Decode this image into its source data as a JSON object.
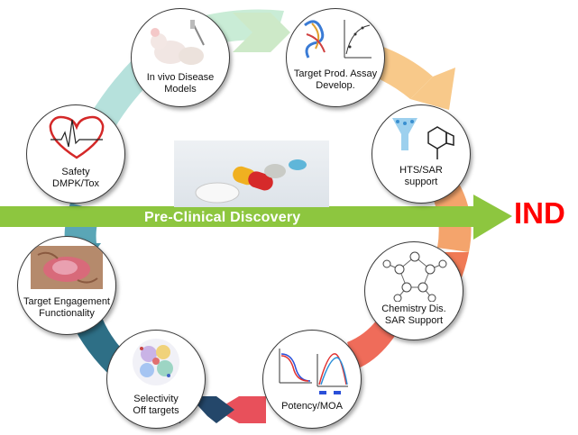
{
  "arrow": {
    "label": "Pre-Clinical Discovery",
    "color": "#8dc63f"
  },
  "endpoint": {
    "label": "IND",
    "color": "#ff0000"
  },
  "steps": [
    {
      "id": "in-vivo",
      "lines": [
        "In vivo Disease",
        "Models"
      ]
    },
    {
      "id": "target-prod",
      "lines": [
        "Target Prod. Assay",
        "Develop."
      ]
    },
    {
      "id": "hts-sar",
      "lines": [
        "HTS/SAR",
        "support"
      ]
    },
    {
      "id": "chemistry",
      "lines": [
        "Chemistry Dis.",
        "SAR Support"
      ]
    },
    {
      "id": "potency",
      "lines": [
        "Potency/MOA"
      ]
    },
    {
      "id": "selectivity",
      "lines": [
        "Selectivity",
        "Off targets"
      ]
    },
    {
      "id": "target-engagement",
      "lines": [
        "Target Engagement",
        "Functionality"
      ]
    },
    {
      "id": "safety",
      "lines": [
        "Safety",
        "DMPK/Tox"
      ]
    }
  ],
  "cycle_colors": [
    "#a8dad4",
    "#b5e3c5",
    "#f7c77b",
    "#f4a86a",
    "#f27a58",
    "#ef5b5b",
    "#1f3f5c",
    "#2f6f86",
    "#5aa8b8",
    "#7cc8d0"
  ]
}
